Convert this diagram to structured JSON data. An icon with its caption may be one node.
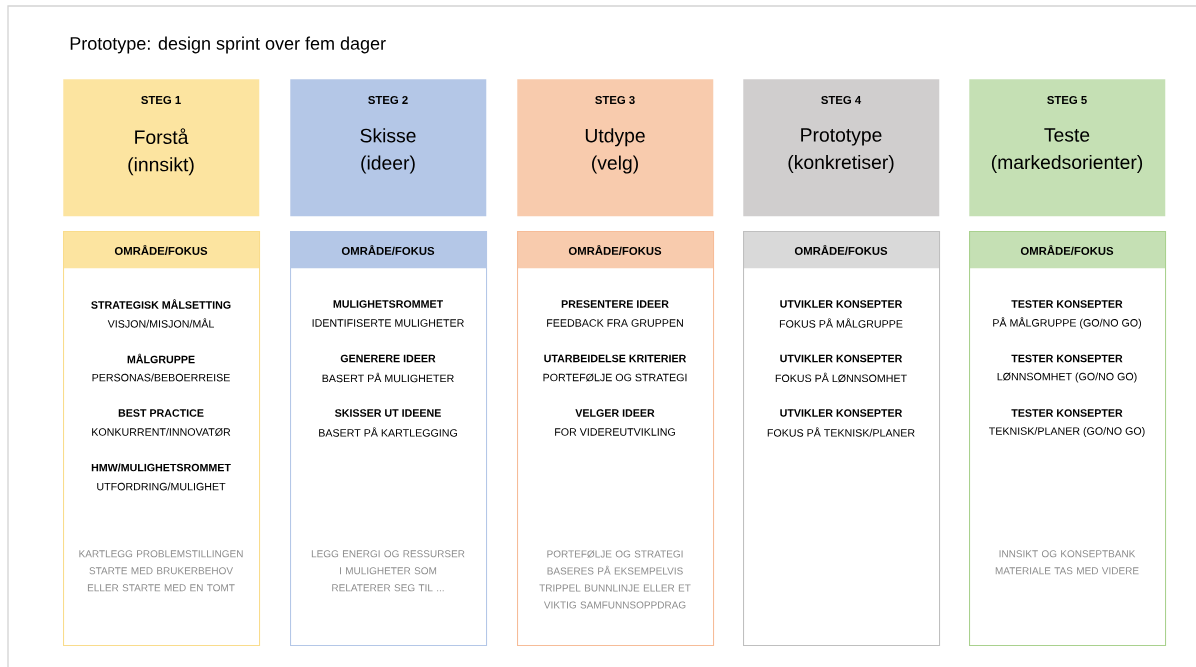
{
  "diagram": {
    "title": "Prototype: design sprint over fem dager",
    "nodes": [
      {
        "text": [
          "STEG 1",
          "Forstå (innsikt)"
        ]
      },
      {
        "text": [
          "STEG 2",
          "Skisse (ideer)"
        ]
      },
      {
        "text": [
          "STEG 3",
          "Utdype (velg)"
        ]
      },
      {
        "text": [
          "STEG 4",
          "Prototype (konkretiser)"
        ]
      },
      {
        "text": [
          "STEG 5",
          "Teste (markedsorienter)"
        ]
      },
      {
        "text": [
          "OMRÅDE/FOKUS",
          "STRATEGISK MÅLSETTING",
          "VISJON/MISJON/MÅL",
          "MÅLGRUPPE",
          "PERSONAS/BEBOERREISE",
          "BEST PRACTICE",
          "KONKURRENT/INNOVATØR",
          "HMW/MULIGHETSROMMET",
          "UTFORDRING/MULIGHET",
          "KARTLEGG PROBLEMSTILLINGEN STARTE MED BRUKERBEHOV ELLER STARTE MED EN TOMT"
        ]
      },
      {
        "text": [
          "OMRÅDE/FOKUS",
          "MULIGHETSROMMET",
          "IDENTIFISERTE MULIGHETER",
          "GENERERE IDEER",
          "BASERT PÅ MULIGHETER",
          "SKISSER UT IDEENE",
          "BASERT PÅ KARTLEGGING",
          "LEGG ENERGI OG RESSURSER I MULIGHETER SOM RELATERER SEG TIL ..."
        ]
      },
      {
        "text": [
          "OMRÅDE/FOKUS",
          "PRESENTERE IDEER",
          "FEEDBACK FRA GRUPPEN",
          "UTARBEIDELSE KRITERIER",
          "PORTEFØLJE OG STRATEGI",
          "VELGER IDEER",
          "FOR VIDEREUTVIKLING",
          "PORTEFØLJE OG STRATEGI BASERES PÅ EKSEMPELVIS TRIPPEL BUNNLINJE ELLER ET VIKTIG SAMFUNNSOPPDRAG"
        ]
      },
      {
        "text": [
          "OMRÅDE/FOKUS",
          "UTVIKLER KONSEPTER",
          "FOKUS PÅ MÅLGRUPPE",
          "UTVIKLER KONSEPTER",
          "FOKUS PÅ LØNNSOMHET",
          "UTVIKLER KONSEPTER",
          "FOKUS PÅ TEKNISK/PLANER"
        ]
      },
      {
        "text": [
          "OMRÅDE/FOKUS",
          "TESTER KONSEPTER",
          "PÅ MÅLGRUPPE (GO/NO GO)",
          "TESTER KONSEPTER",
          "LØNNSOMHET (GO/NO GO)",
          "TESTER KONSEPTER",
          "TEKNISK/PLANER (GO/NO GO)",
          "INNSIKT OG KONSEPTBANK MATERIALE TAS MED VIDERE"
        ]
      }
    ]
  }
}
